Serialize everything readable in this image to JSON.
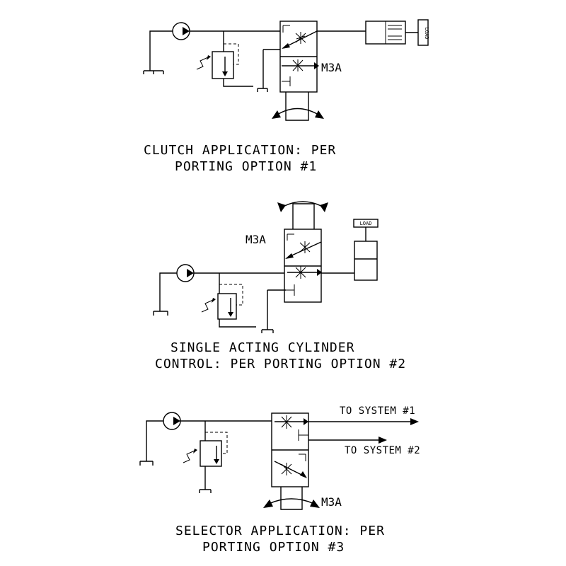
{
  "diagrams": [
    {
      "caption_line1": "CLUTCH APPLICATION: PER",
      "caption_line2": "PORTING OPTION #1",
      "valve_label": "M3A",
      "load_label": "LOAD"
    },
    {
      "caption_line1": "SINGLE ACTING CYLINDER",
      "caption_line2": "CONTROL: PER PORTING OPTION #2",
      "valve_label": "M3A",
      "load_label": "LOAD"
    },
    {
      "caption_line1": "SELECTOR APPLICATION: PER",
      "caption_line2": "PORTING OPTION #3",
      "valve_label": "M3A",
      "output_1": "TO SYSTEM #1",
      "output_2": "TO SYSTEM #2"
    }
  ]
}
